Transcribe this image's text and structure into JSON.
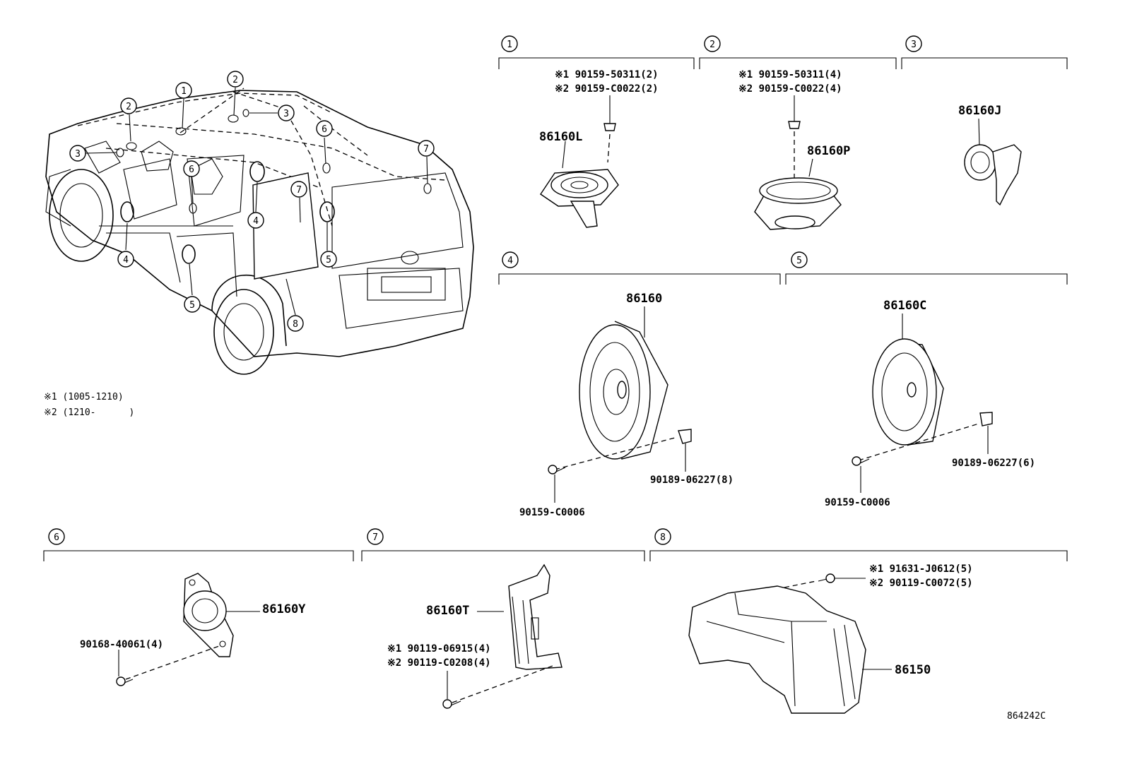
{
  "callouts": {
    "n1": "1",
    "n2": "2",
    "n3": "3",
    "n4": "4",
    "n5": "5",
    "n6": "6",
    "n7": "7",
    "n8": "8"
  },
  "notes": {
    "note1": "※1 (1005-1210)",
    "note2": "※2 (1210-      )"
  },
  "sections": {
    "s1": {
      "part": "86160L",
      "fastener1": "※1 90159-50311(2)",
      "fastener2": "※2 90159-C0022(2)"
    },
    "s2": {
      "part": "86160P",
      "fastener1": "※1 90159-50311(4)",
      "fastener2": "※2 90159-C0022(4)"
    },
    "s3": {
      "part": "86160J"
    },
    "s4": {
      "part": "86160",
      "clip": "90189-06227(8)",
      "screw": "90159-C0006"
    },
    "s5": {
      "part": "86160C",
      "clip": "90189-06227(6)",
      "screw": "90159-C0006"
    },
    "s6": {
      "part": "86160Y",
      "screw": "90168-40061(4)"
    },
    "s7": {
      "part": "86160T",
      "fastener1": "※1 90119-06915(4)",
      "fastener2": "※2 90119-C0208(4)"
    },
    "s8": {
      "part": "86150",
      "fastener1": "※1 91631-J0612(5)",
      "fastener2": "※2 90119-C0072(5)"
    }
  },
  "diagram_id": "864242C"
}
